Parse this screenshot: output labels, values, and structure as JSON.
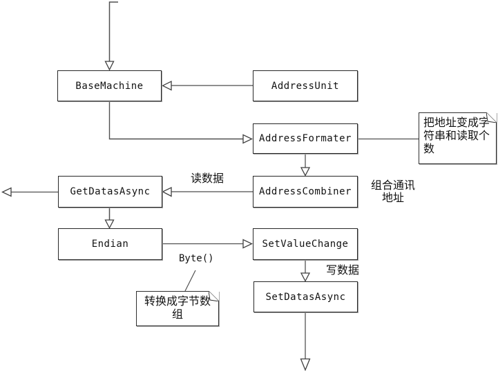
{
  "diagram": {
    "nodes": [
      {
        "id": "base-machine",
        "label": "BaseMachine"
      },
      {
        "id": "address-unit",
        "label": "AddressUnit"
      },
      {
        "id": "address-formater",
        "label": "AddressFormater"
      },
      {
        "id": "get-datas-async",
        "label": "GetDatasAsync"
      },
      {
        "id": "address-combiner",
        "label": "AddressCombiner"
      },
      {
        "id": "endian",
        "label": "Endian"
      },
      {
        "id": "set-value-change",
        "label": "SetValueChange"
      },
      {
        "id": "set-datas-async",
        "label": "SetDatasAsync"
      }
    ],
    "notes": [
      {
        "id": "note-address-format",
        "text": "把地址变成字符串和读取个数"
      },
      {
        "id": "note-byte-array",
        "text": "转换成字节数组"
      }
    ],
    "edge_labels": [
      {
        "id": "read-data",
        "text": "读数据"
      },
      {
        "id": "combine-address",
        "text": "组合通讯\n地址"
      },
      {
        "id": "byte-call",
        "text": "Byte()"
      },
      {
        "id": "write-data",
        "text": "写数据"
      }
    ],
    "colors": {
      "background": "#ffffff",
      "box_border": "#262626",
      "connector_dark": "#4f4f4f",
      "connector_gray": "#8f8f8f",
      "text": "#111111"
    }
  }
}
